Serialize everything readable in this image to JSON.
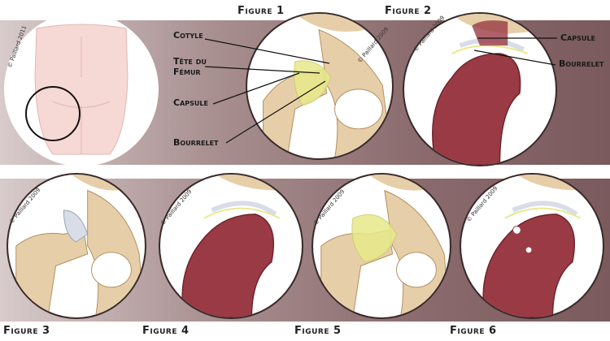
{
  "figures": {
    "fig1": "Figure 1",
    "fig2": "Figure 2",
    "fig3": "Figure 3",
    "fig4": "Figure 4",
    "fig5": "Figure 5",
    "fig6": "Figure 6"
  },
  "annotations": {
    "cotyle": "Cotyle",
    "tete_line1": "Tête du",
    "tete_line2": "Fémur",
    "capsule_left": "Capsule",
    "bourrelet_left": "Bourrelet",
    "capsule_right": "Capsule",
    "bourrelet_right": "Bourrelet"
  },
  "copyrights": {
    "body": "© Paillard 2011",
    "fig1": "© Paillard 2009",
    "fig2": "© Paillard 2009",
    "fig3": "© Paillard 2009",
    "fig4": "© Paillard 2009",
    "fig5": "© Paillard 2009",
    "fig6": "© Paillard 2009"
  },
  "colors": {
    "bone": "#e6cfa8",
    "bone_shadow": "#c9a77a",
    "marrow": "#9a3a44",
    "capsule": "#e7e98a",
    "cartilage": "#d8dde8"
  }
}
